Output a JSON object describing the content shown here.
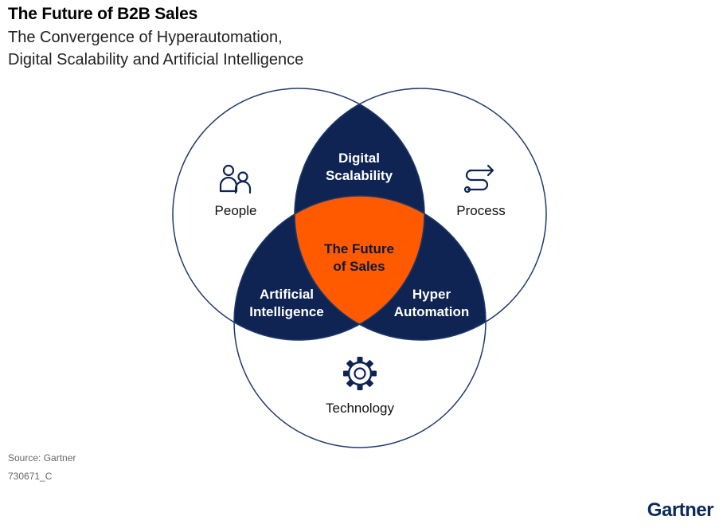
{
  "header": {
    "title": "The Future of B2B Sales",
    "subtitle_line1": "The Convergence of Hyperautomation,",
    "subtitle_line2": "Digital Scalability and Artificial Intelligence"
  },
  "diagram": {
    "circles": {
      "people": "People",
      "process": "Process",
      "technology": "Technology"
    },
    "intersections": {
      "digital_scalability": [
        "Digital",
        "Scalability"
      ],
      "artificial_intelligence": [
        "Artificial",
        "Intelligence"
      ],
      "hyper_automation": [
        "Hyper",
        "Automation"
      ]
    },
    "center": [
      "The Future",
      "of Sales"
    ],
    "colors": {
      "navy": "#0f2453",
      "orange": "#ff5a00",
      "outline": "#1f3a6b"
    },
    "icons": {
      "people": "people-icon",
      "process": "process-icon",
      "technology": "gear-icon"
    }
  },
  "footer": {
    "source": "Source: Gartner",
    "code": "730671_C",
    "logo": "Gartner"
  }
}
